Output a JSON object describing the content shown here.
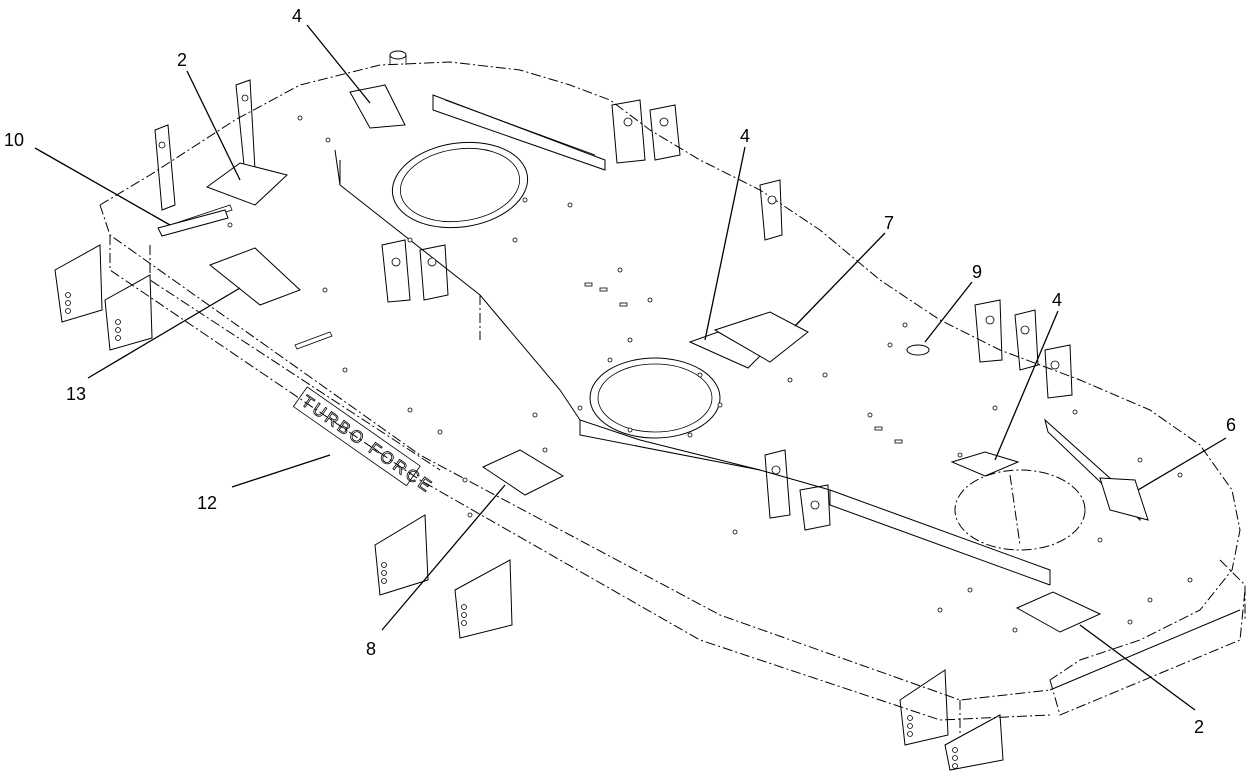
{
  "diagram": {
    "callouts": [
      {
        "id": "c-4-top",
        "label": "4"
      },
      {
        "id": "c-2-left",
        "label": "2"
      },
      {
        "id": "c-10",
        "label": "10"
      },
      {
        "id": "c-4-mid",
        "label": "4"
      },
      {
        "id": "c-7",
        "label": "7"
      },
      {
        "id": "c-9",
        "label": "9"
      },
      {
        "id": "c-4-right",
        "label": "4"
      },
      {
        "id": "c-13",
        "label": "13"
      },
      {
        "id": "c-6",
        "label": "6"
      },
      {
        "id": "c-12",
        "label": "12"
      },
      {
        "id": "c-8",
        "label": "8"
      },
      {
        "id": "c-2-bottom",
        "label": "2"
      }
    ],
    "deck_brand": "TURBO FORCE",
    "colors": {
      "line": "#000000",
      "background": "#ffffff"
    }
  }
}
